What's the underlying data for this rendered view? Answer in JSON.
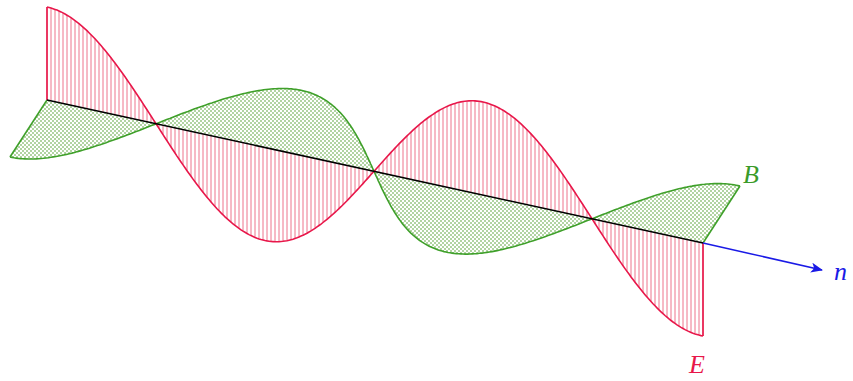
{
  "diagram": {
    "labels": [
      "B",
      "E",
      "n"
    ]
  }
}
